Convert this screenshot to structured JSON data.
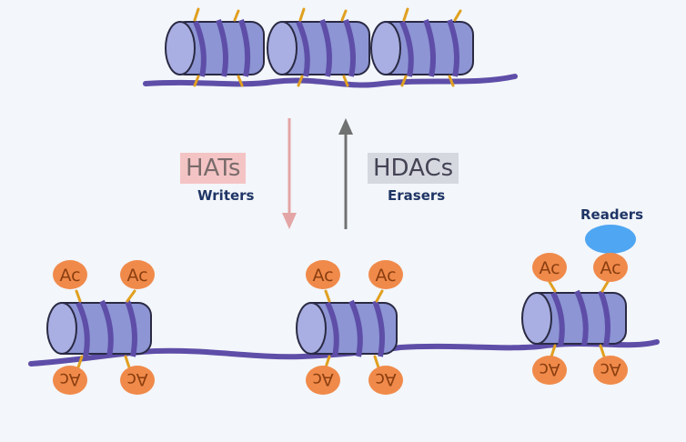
{
  "labels": {
    "hats": "HATs",
    "writers": "Writers",
    "hdacs": "HDACs",
    "erasers": "Erasers",
    "readers": "Readers",
    "ac": "Ac"
  },
  "colors": {
    "background": "#f3f6fa",
    "nucleosome_body": "#8d95d4",
    "nucleosome_face": "#a9afe2",
    "dna": "#5e4ea8",
    "tail": "#e0a020",
    "ac_fill": "#f08a4a",
    "hats_box": "#f4c4c4",
    "hdacs_box": "#d6d8e0",
    "arrow_down": "#e3a5a5",
    "arrow_up": "#707272",
    "readers_oval": "#4fa6f2",
    "label_text": "#1f3566"
  }
}
